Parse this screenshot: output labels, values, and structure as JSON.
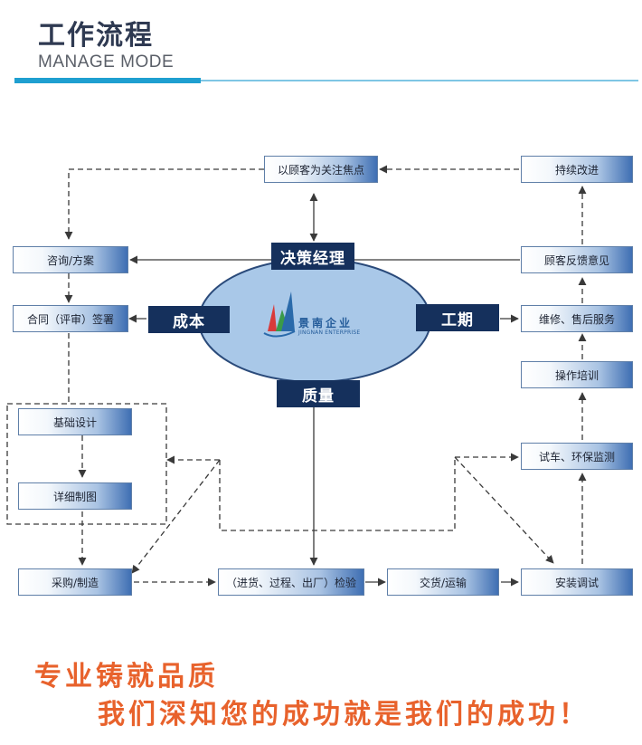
{
  "header": {
    "title": "工作流程",
    "subtitle": "MANAGE MODE"
  },
  "colors": {
    "accent_bar": "#1f9fd0",
    "title_text": "#2f3a52",
    "dark_label": "#15305c",
    "ellipse_fill": "#a9c8e8",
    "slogan": "#e8622c"
  },
  "nodes": {
    "customer_focus": "以顾客为关注焦点",
    "continuous_improvement": "持续改进",
    "consultation": "咨询/方案",
    "contract": "合同（评审）签署",
    "basic_design": "基础设计",
    "detailed_drawing": "详细制图",
    "procurement": "采购/制造",
    "inspection": "（进货、过程、出厂）检验",
    "delivery": "交货/运输",
    "installation": "安装调试",
    "trial_run": "试车、环保监测",
    "training": "操作培训",
    "maintenance": "维修、售后服务",
    "feedback": "顾客反馈意见"
  },
  "labels": {
    "decision": "决策经理",
    "cost": "成本",
    "schedule": "工期",
    "quality": "质量"
  },
  "logo": {
    "name_cn": "景南企业",
    "name_en": "JINGNAN ENTERPRISE"
  },
  "slogan": {
    "line1": "专业铸就品质",
    "line2": "我们深知您的成功就是我们的成功！"
  }
}
